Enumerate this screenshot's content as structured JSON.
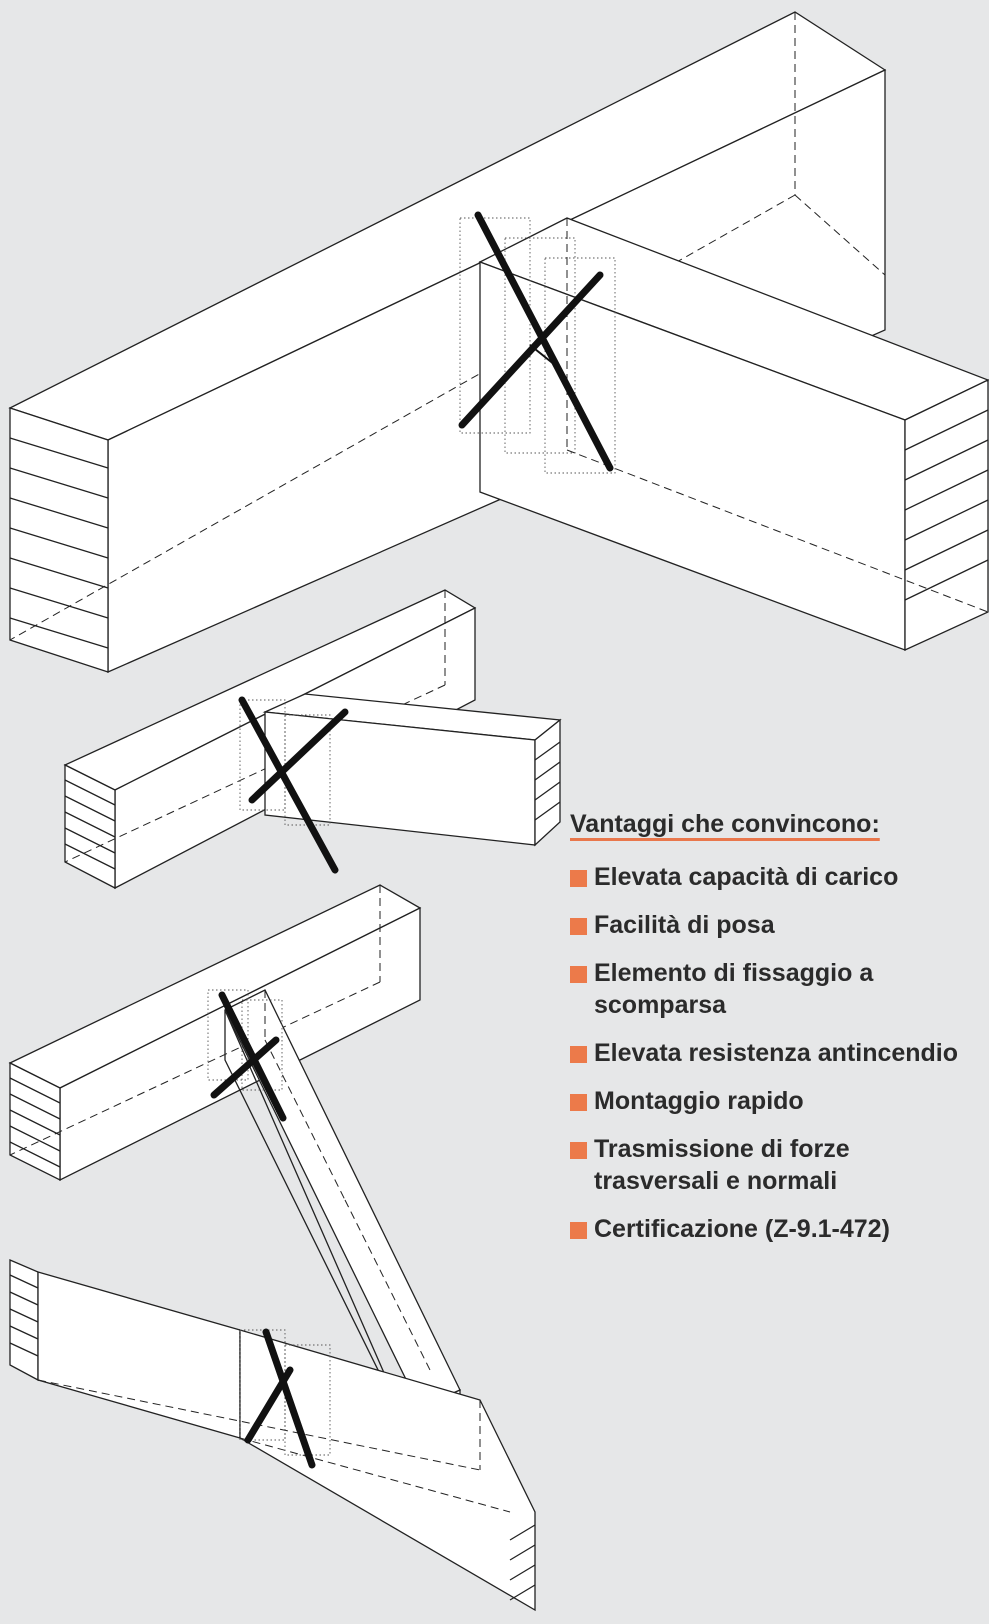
{
  "advantages": {
    "heading": "Vantaggi che convincono:",
    "accent_color": "#ec7a4a",
    "items": [
      "Elevata capacità di carico",
      "Facilità di posa",
      "Elemento di fissaggio a scomparsa",
      "Elevata resistenza antincendio",
      "Montaggio rapido",
      "Trasmissione di forze trasversali e normali",
      "Certificazione (Z-9.1-472)"
    ]
  }
}
